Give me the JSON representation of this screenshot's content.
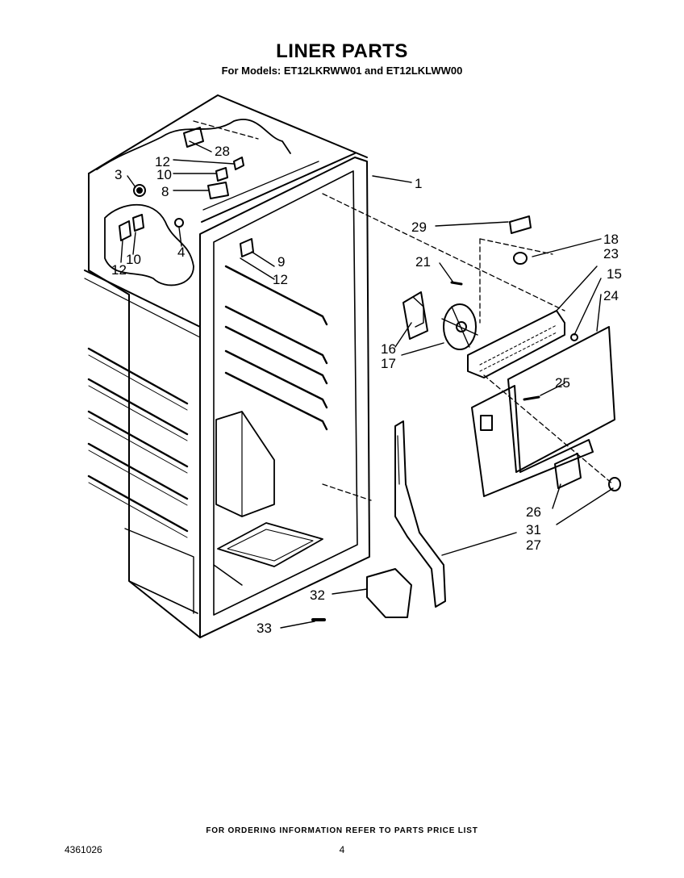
{
  "header": {
    "title": "LINER PARTS",
    "subtitle": "For Models: ET12LKRWW01 and ET12LKLWW00"
  },
  "callouts": [
    {
      "id": "c-1",
      "label": "1"
    },
    {
      "id": "c-28",
      "label": "28"
    },
    {
      "id": "c-12a",
      "label": "12"
    },
    {
      "id": "c-3",
      "label": "3"
    },
    {
      "id": "c-10a",
      "label": "10"
    },
    {
      "id": "c-8",
      "label": "8"
    },
    {
      "id": "c-29",
      "label": "29"
    },
    {
      "id": "c-18",
      "label": "18"
    },
    {
      "id": "c-23",
      "label": "23"
    },
    {
      "id": "c-21",
      "label": "21"
    },
    {
      "id": "c-15",
      "label": "15"
    },
    {
      "id": "c-24",
      "label": "24"
    },
    {
      "id": "c-4",
      "label": "4"
    },
    {
      "id": "c-9",
      "label": "9"
    },
    {
      "id": "c-12b",
      "label": "12"
    },
    {
      "id": "c-12c",
      "label": "12"
    },
    {
      "id": "c-10b",
      "label": "10"
    },
    {
      "id": "c-16",
      "label": "16"
    },
    {
      "id": "c-17",
      "label": "17"
    },
    {
      "id": "c-25",
      "label": "25"
    },
    {
      "id": "c-26",
      "label": "26"
    },
    {
      "id": "c-31",
      "label": "31"
    },
    {
      "id": "c-27",
      "label": "27"
    },
    {
      "id": "c-32",
      "label": "32"
    },
    {
      "id": "c-33",
      "label": "33"
    }
  ],
  "footer": {
    "note": "FOR ORDERING INFORMATION REFER TO PARTS PRICE LIST",
    "doc_number": "4361026",
    "page_number": "4"
  }
}
